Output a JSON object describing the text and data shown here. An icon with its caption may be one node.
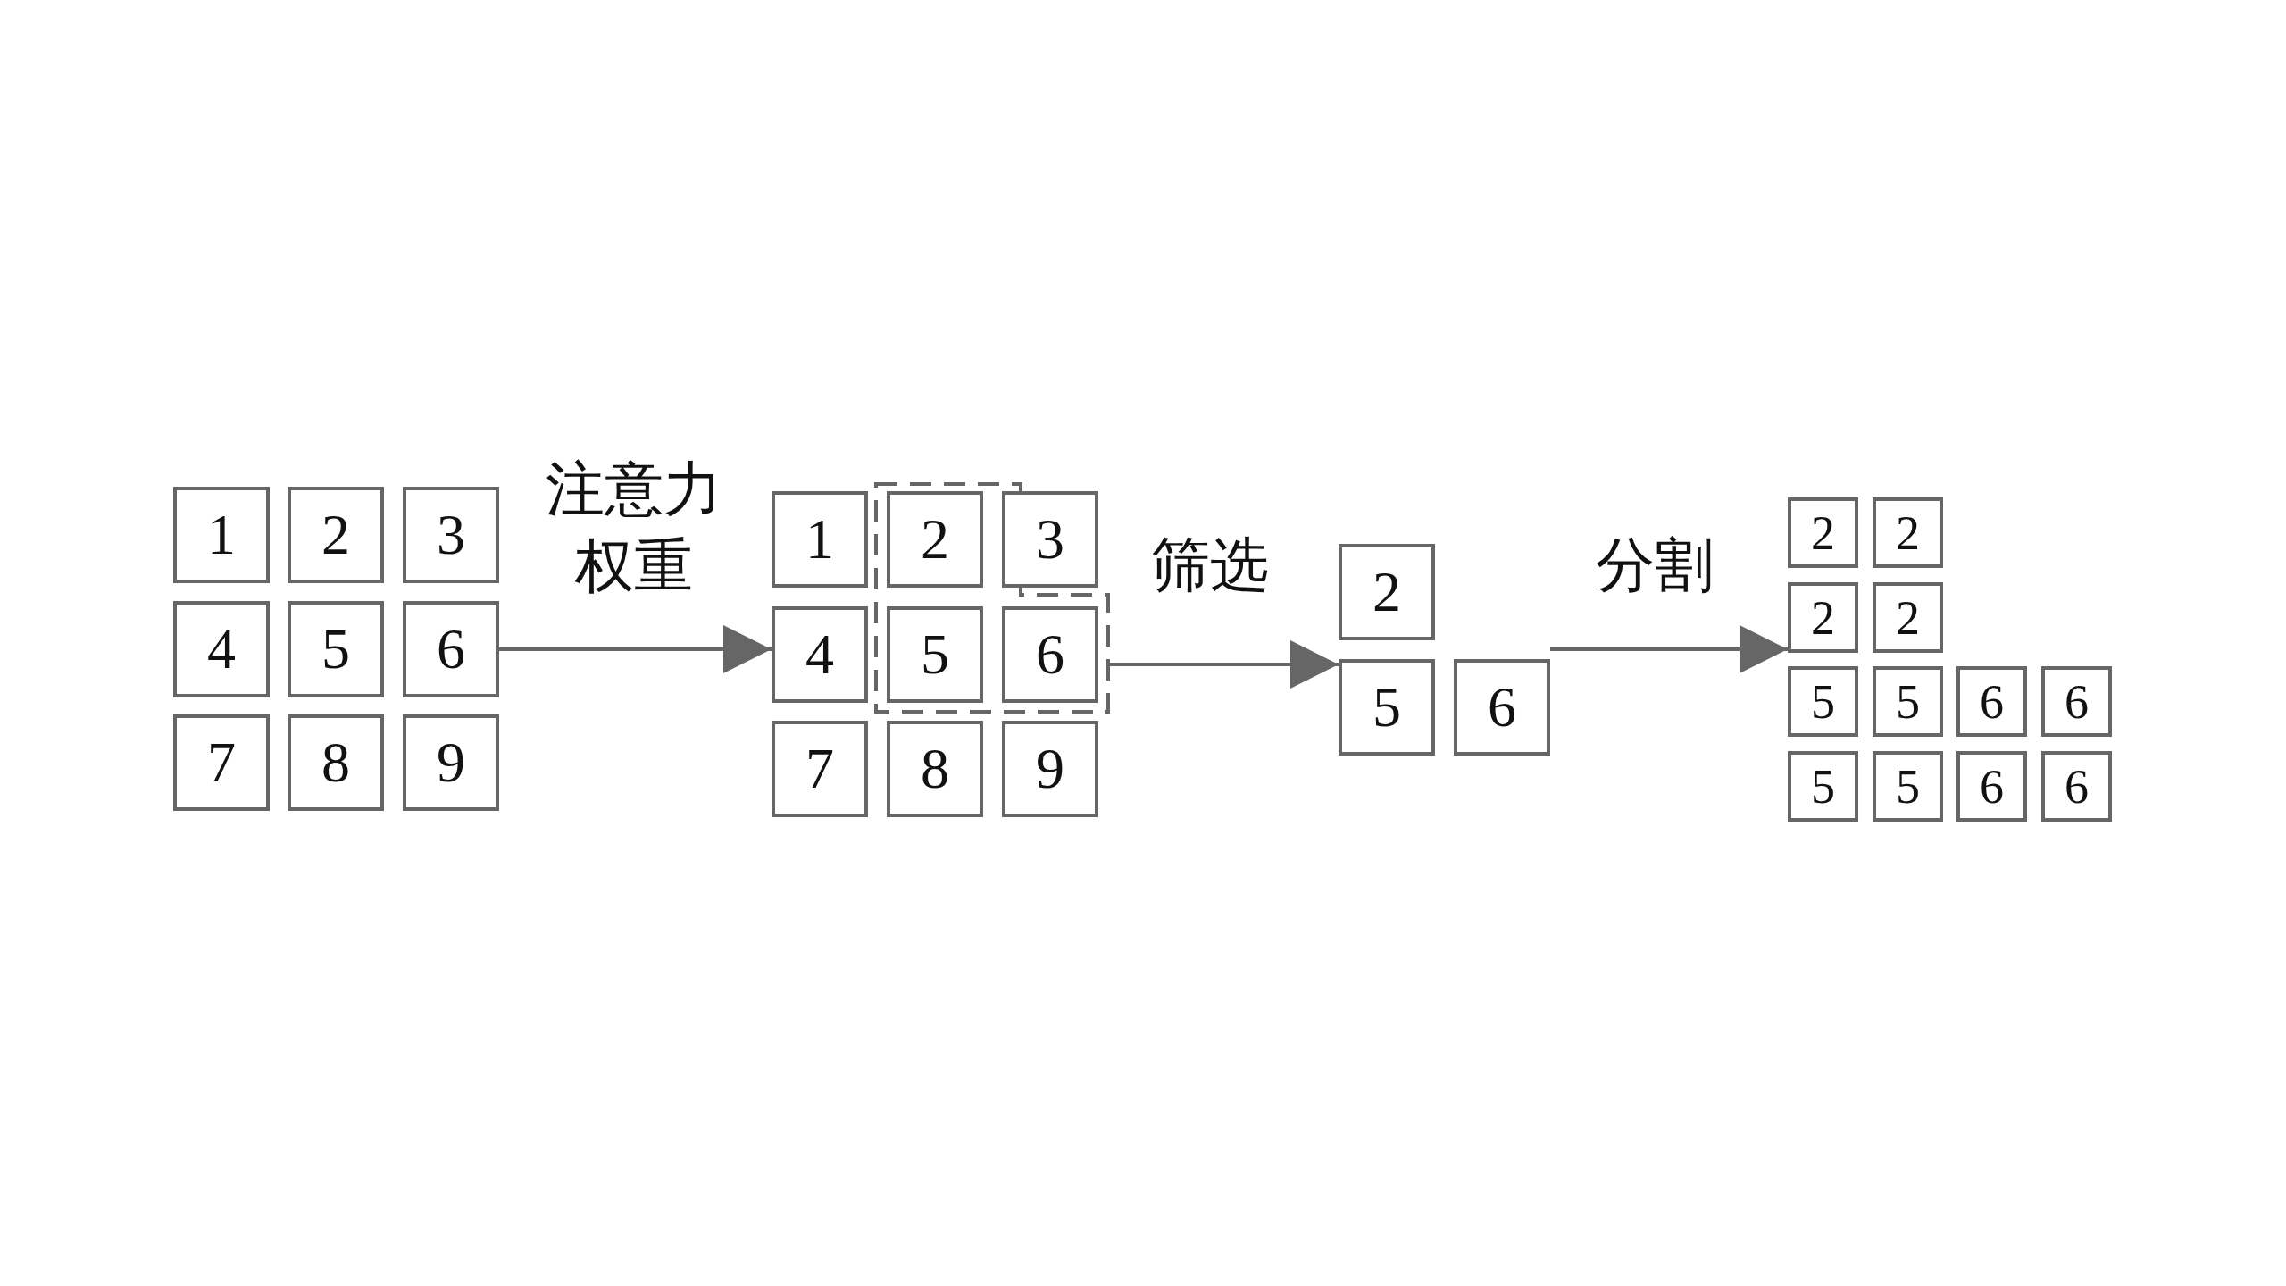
{
  "diagram": {
    "nodes": [
      {
        "text": [
          "1"
        ]
      },
      {
        "text": [
          "2"
        ]
      },
      {
        "text": [
          "3"
        ]
      },
      {
        "text": [
          "4"
        ]
      },
      {
        "text": [
          "5"
        ]
      },
      {
        "text": [
          "6"
        ]
      },
      {
        "text": [
          "7"
        ]
      },
      {
        "text": [
          "8"
        ]
      },
      {
        "text": [
          "9"
        ]
      },
      {
        "text": [],
        "shape": "box"
      },
      {
        "text": [
          "1"
        ]
      },
      {
        "text": [
          "2"
        ],
        "in": 9
      },
      {
        "text": [
          "3"
        ]
      },
      {
        "text": [
          "4"
        ]
      },
      {
        "text": [
          "5"
        ],
        "in": 9
      },
      {
        "text": [
          "6"
        ],
        "in": 9
      },
      {
        "text": [
          "7"
        ]
      },
      {
        "text": [
          "8"
        ]
      },
      {
        "text": [
          "9"
        ]
      },
      {
        "text": [
          "2"
        ]
      },
      {
        "text": [
          "5"
        ]
      },
      {
        "text": [
          "6"
        ]
      },
      {
        "text": [
          "2"
        ]
      },
      {
        "text": [
          "2"
        ]
      },
      {
        "text": [
          "2"
        ]
      },
      {
        "text": [
          "2"
        ]
      },
      {
        "text": [
          "5"
        ]
      },
      {
        "text": [
          "5"
        ]
      },
      {
        "text": [
          "6"
        ]
      },
      {
        "text": [
          "6"
        ]
      },
      {
        "text": [
          "5"
        ]
      },
      {
        "text": [
          "5"
        ]
      },
      {
        "text": [
          "6"
        ]
      },
      {
        "text": [
          "6"
        ]
      }
    ],
    "edges": [
      {
        "from": 5,
        "to": 13,
        "arrow": "to",
        "label": "注意力权重"
      },
      {
        "from": 9,
        "to": 20,
        "arrow": "to",
        "label": "筛选"
      },
      {
        "from": 21,
        "to": 24,
        "arrow": "to",
        "label": "分割"
      }
    ]
  }
}
